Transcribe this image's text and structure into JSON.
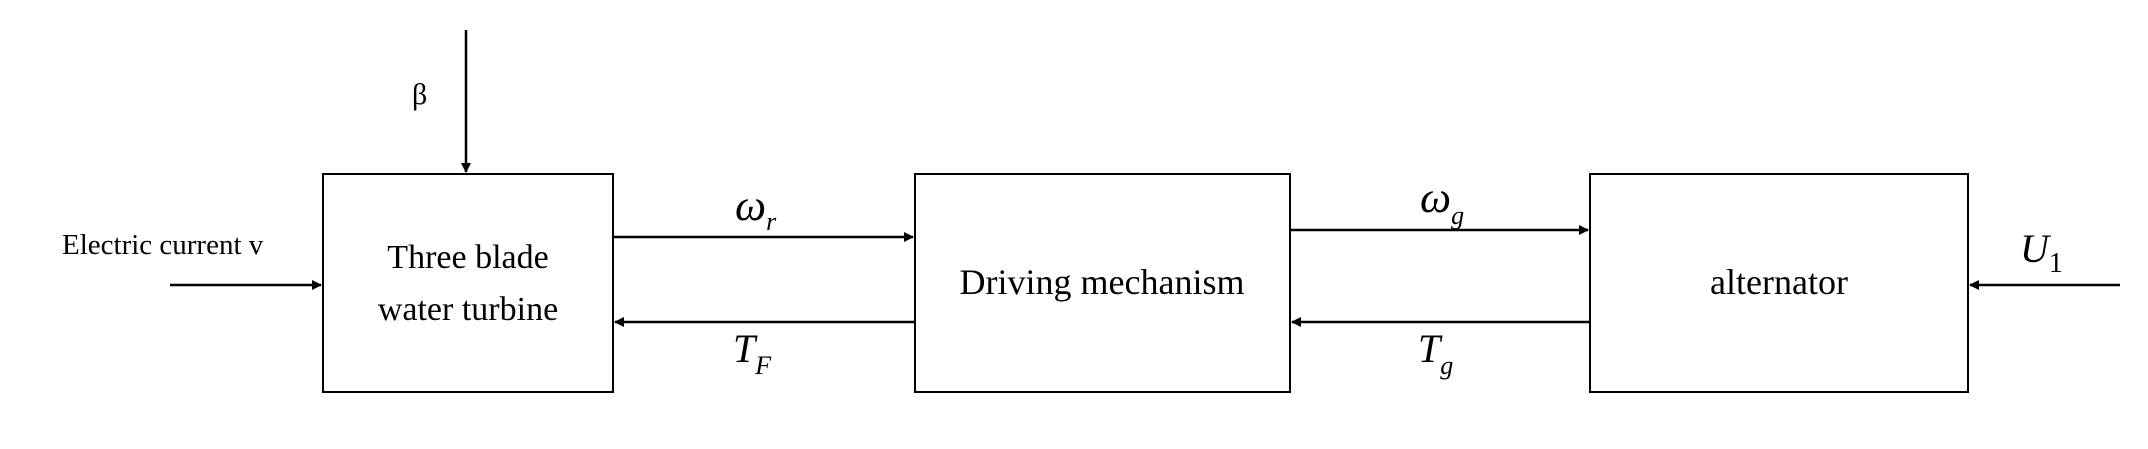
{
  "blocks": {
    "turbine": {
      "line1": "Three blade",
      "line2": "water turbine"
    },
    "driving": {
      "label": "Driving mechanism"
    },
    "alternator": {
      "label": "alternator"
    }
  },
  "signals": {
    "beta": "β",
    "input_current": "Electric current v",
    "omega_r": {
      "base": "ω",
      "sub": "r"
    },
    "t_f": {
      "base": "T",
      "sub": "F"
    },
    "omega_g": {
      "base": "ω",
      "sub": "g"
    },
    "t_g": {
      "base": "T",
      "sub": "g"
    },
    "u1": {
      "base": "U",
      "sub": "1"
    }
  }
}
